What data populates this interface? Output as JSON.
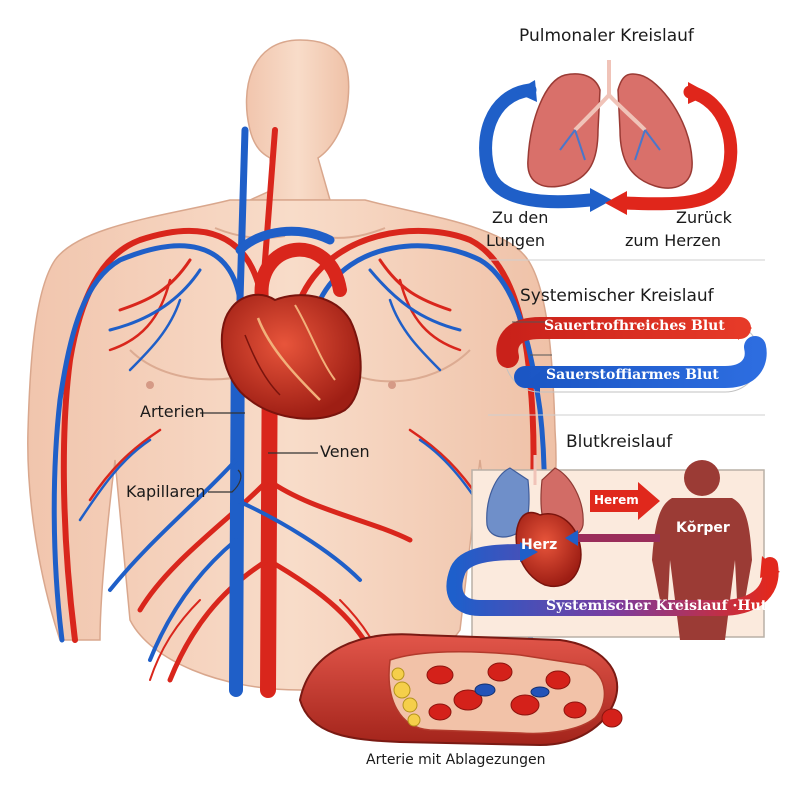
{
  "body_labels": {
    "arteries": "Arterien",
    "veins": "Venen",
    "capillaries": "Kapillaren"
  },
  "pulmonary": {
    "title": "Pulmonaler Kreislauf",
    "to_lungs_line1": "Zu den",
    "to_lungs_line2": "Lungen",
    "back_line1": "Zurück",
    "back_line2": "zum Herzen"
  },
  "systemic": {
    "title": "Systemischer Kreislauf",
    "oxygen_rich": "Sauertrofhreiches Blut",
    "oxygen_poor": "Sauerstoffiarmes Blut"
  },
  "blood_circulation": {
    "title": "Blutkreislauf",
    "heart": "Herz",
    "body": "Kŏrper",
    "arrow_label": "Herem",
    "loop_label": "Systemischer Kreislauf ·Hut"
  },
  "artery": {
    "caption": "Arterie mit Ablagezungen"
  },
  "colors": {
    "artery_red": "#d9261c",
    "vein_blue": "#1f5fc8",
    "skin": "#f4d2bd",
    "lung": "#d9706a"
  }
}
